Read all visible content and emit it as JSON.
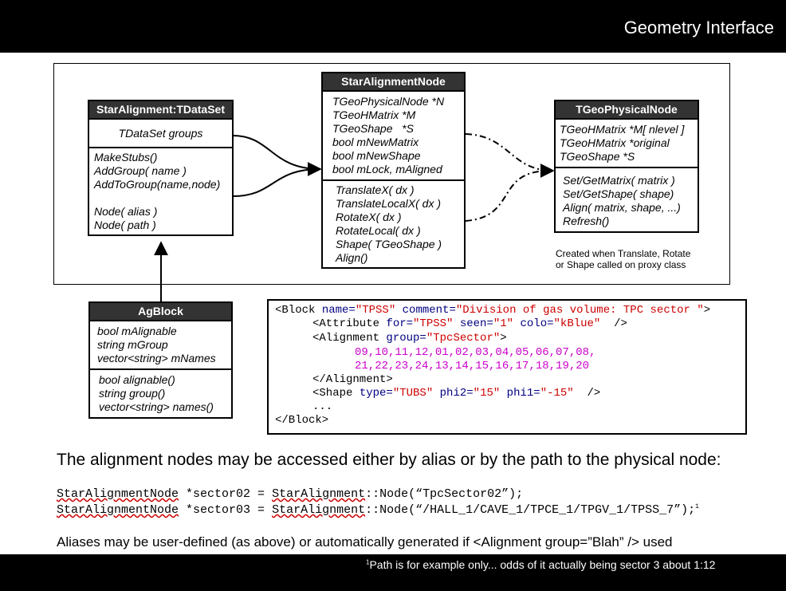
{
  "header": {
    "title": "Geometry Interface"
  },
  "footer": {
    "marker": "1",
    "text": "Path is for example only... odds of it actually being sector 3 about 1:12"
  },
  "diagram": {
    "star_alignment": {
      "title": "StarAlignment:TDataSet",
      "attrs": [
        "TDataSet groups"
      ],
      "methods": [
        "MakeStubs()",
        "AddGroup( name )",
        "AddToGroup(name,node)",
        "",
        "Node( alias )",
        "Node( path )"
      ]
    },
    "star_alignment_node": {
      "title": "StarAlignmentNode",
      "attrs": [
        "TGeoPhysicalNode *N",
        "TGeoHMatrix *M",
        "TGeoShape   *S",
        "bool mNewMatrix",
        "bool mNewShape",
        "bool mLock, mAligned"
      ],
      "methods": [
        "TranslateX( dx )",
        "TranslateLocalX( dx )",
        "RotateX( dx )",
        "RotateLocal( dx )",
        "Shape( TGeoShape )",
        "Align()"
      ]
    },
    "tgeo_physical_node": {
      "title": "TGeoPhysicalNode",
      "attrs": [
        "TGeoHMatrix *M[ nlevel ]",
        "TGeoHMatrix *original",
        "TGeoShape *S"
      ],
      "methods": [
        "Set/GetMatrix( matrix )",
        "Set/GetShape( shape)",
        "Align( matrix, shape, ...)",
        "Refresh()"
      ],
      "caption": [
        "Created when Translate, Rotate",
        "or Shape called on proxy class"
      ]
    },
    "ag_block": {
      "title": "AgBlock",
      "attrs": [
        "bool mAlignable",
        "string mGroup",
        "vector<string> mNames"
      ],
      "methods": [
        "bool alignable()",
        "string group()",
        "vector<string> names()"
      ]
    }
  },
  "code": {
    "l1": {
      "a": "<Block ",
      "b": "name=",
      "c": "\"TPSS\"",
      "d": " comment=",
      "e": "\"Division of gas volume: TPC sector \"",
      "f": ">"
    },
    "l2": {
      "a": "<Attribute ",
      "b": "for=",
      "c": "\"TPSS\"",
      "d": " seen=",
      "e": "\"1\"",
      "f": " colo=",
      "g": "\"kBlue\"",
      "h": "  />"
    },
    "l3": {
      "a": "<Alignment ",
      "b": "group=",
      "c": "\"TpcSector\"",
      "d": ">"
    },
    "l4": "09,10,11,12,01,02,03,04,05,06,07,08,",
    "l5": "21,22,23,24,13,14,15,16,17,18,19,20",
    "l6": "</Alignment>",
    "l7": {
      "a": "<Shape ",
      "b": "type=",
      "c": "\"TUBS\"",
      "d": " phi2=",
      "e": "\"15\"",
      "f": " phi1=",
      "g": "\"-15\"",
      "h": "  />"
    },
    "l8": "...",
    "l9": "</Block>"
  },
  "text": {
    "headline": "The alignment nodes may be accessed either by alias or by the path to the physical node:",
    "ex1": {
      "cls": "StarAlignmentNode",
      "mid": " *sector02 = ",
      "ns": "StarAlignment",
      "rest": "::Node(“TpcSector02”);"
    },
    "ex2": {
      "cls": "StarAlignmentNode",
      "mid": " *sector03 = ",
      "ns": "StarAlignment",
      "rest": "::Node(“/HALL_1/CAVE_1/TPCE_1/TPGV_1/TPSS_7”);",
      "sup": "1"
    },
    "aliases": "Aliases may be user-defined (as above) or automatically generated if <Alignment group=”Blah” /> used"
  }
}
